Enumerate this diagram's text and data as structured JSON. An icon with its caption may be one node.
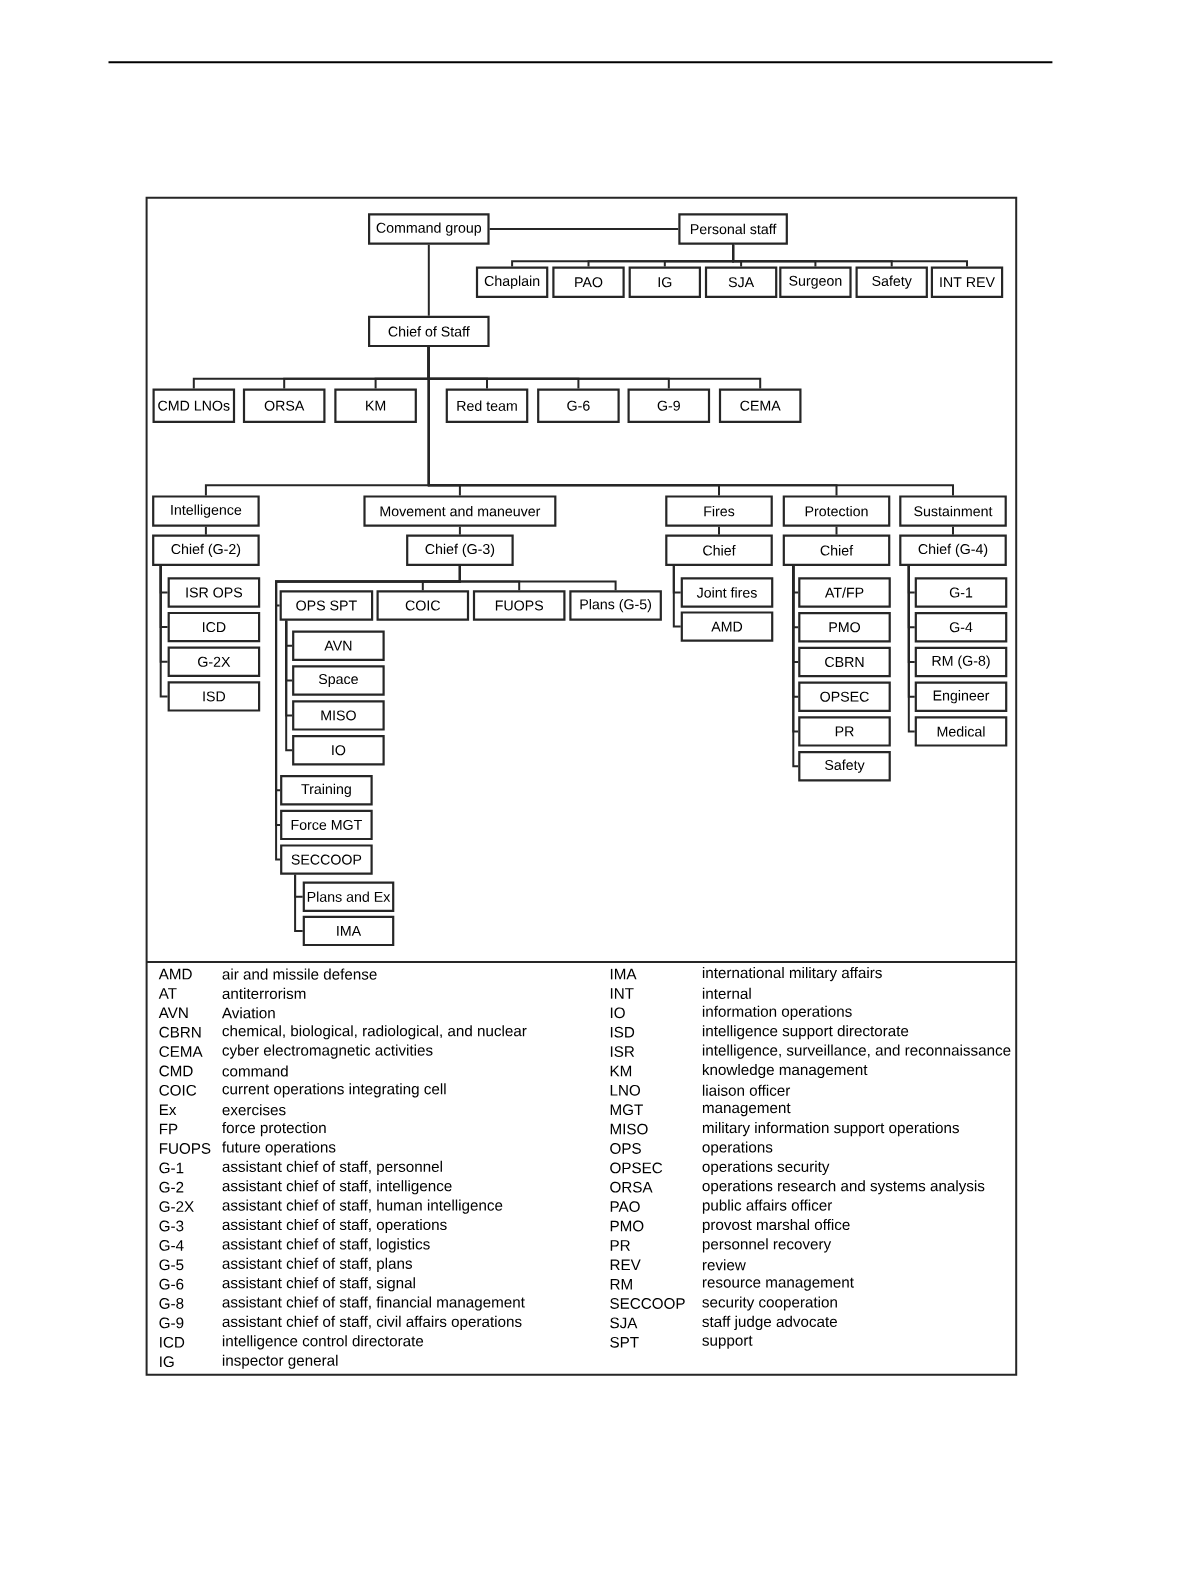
{
  "diagram": {
    "nodes": [
      {
        "text": [
          "Command group"
        ]
      },
      {
        "text": [
          "Personal staff"
        ]
      },
      {
        "text": [
          "Chaplain"
        ]
      },
      {
        "text": [
          "PAO"
        ]
      },
      {
        "text": [
          "IG"
        ]
      },
      {
        "text": [
          "SJA"
        ]
      },
      {
        "text": [
          "Surgeon"
        ]
      },
      {
        "text": [
          "Safety"
        ]
      },
      {
        "text": [
          "INT REV"
        ]
      },
      {
        "text": [
          "Chief of Staff"
        ]
      },
      {
        "text": [
          "CMD LNOs"
        ]
      },
      {
        "text": [
          "ORSA"
        ]
      },
      {
        "text": [
          "KM"
        ]
      },
      {
        "text": [
          "Red team"
        ]
      },
      {
        "text": [
          "G-6"
        ]
      },
      {
        "text": [
          "G-9"
        ]
      },
      {
        "text": [
          "CEMA"
        ]
      },
      {
        "text": [
          "Intelligence"
        ]
      },
      {
        "text": [
          "Chief (G-2)"
        ]
      },
      {
        "text": [
          "ISR OPS"
        ]
      },
      {
        "text": [
          "ICD"
        ]
      },
      {
        "text": [
          "G-2X"
        ]
      },
      {
        "text": [
          "ISD"
        ]
      },
      {
        "text": [
          "Movement and maneuver"
        ]
      },
      {
        "text": [
          "Chief (G-3)"
        ]
      },
      {
        "text": [
          "OPS SPT"
        ]
      },
      {
        "text": [
          "AVN"
        ]
      },
      {
        "text": [
          "Space"
        ]
      },
      {
        "text": [
          "MISO"
        ]
      },
      {
        "text": [
          "IO"
        ]
      },
      {
        "text": [
          "COIC"
        ]
      },
      {
        "text": [
          "FUOPS"
        ]
      },
      {
        "text": [
          "Plans (G-5)"
        ]
      },
      {
        "text": [
          "Training"
        ]
      },
      {
        "text": [
          "Force MGT"
        ]
      },
      {
        "text": [
          "SECCOOP"
        ]
      },
      {
        "text": [
          "Plans and Ex"
        ]
      },
      {
        "text": [
          "IMA"
        ]
      },
      {
        "text": [
          "Fires"
        ]
      },
      {
        "text": [
          "Chief"
        ]
      },
      {
        "text": [
          "Joint fires"
        ]
      },
      {
        "text": [
          "AMD"
        ]
      },
      {
        "text": [
          "Protection"
        ]
      },
      {
        "text": [
          "Chief"
        ]
      },
      {
        "text": [
          "AT/FP"
        ]
      },
      {
        "text": [
          "PMO"
        ]
      },
      {
        "text": [
          "CBRN"
        ]
      },
      {
        "text": [
          "OPSEC"
        ]
      },
      {
        "text": [
          "PR"
        ]
      },
      {
        "text": [
          "Safety"
        ]
      },
      {
        "text": [
          "Sustainment"
        ]
      },
      {
        "text": [
          "Chief (G-4)"
        ]
      },
      {
        "text": [
          "G-1"
        ]
      },
      {
        "text": [
          "G-4"
        ]
      },
      {
        "text": [
          "RM (G-8)"
        ]
      },
      {
        "text": [
          "Engineer"
        ]
      },
      {
        "text": [
          "Medical"
        ]
      }
    ],
    "edges": [
      {
        "from": 0,
        "to": 1,
        "arrow": "none"
      },
      {
        "from": 1,
        "to": 2,
        "arrow": "none"
      },
      {
        "from": 1,
        "to": 3,
        "arrow": "none"
      },
      {
        "from": 1,
        "to": 4,
        "arrow": "none"
      },
      {
        "from": 1,
        "to": 5,
        "arrow": "none"
      },
      {
        "from": 1,
        "to": 6,
        "arrow": "none"
      },
      {
        "from": 1,
        "to": 7,
        "arrow": "none"
      },
      {
        "from": 1,
        "to": 8,
        "arrow": "none"
      },
      {
        "from": 0,
        "to": 9,
        "arrow": "none"
      },
      {
        "from": 9,
        "to": 10,
        "arrow": "none"
      },
      {
        "from": 9,
        "to": 11,
        "arrow": "none"
      },
      {
        "from": 9,
        "to": 12,
        "arrow": "none"
      },
      {
        "from": 9,
        "to": 13,
        "arrow": "none"
      },
      {
        "from": 9,
        "to": 14,
        "arrow": "none"
      },
      {
        "from": 9,
        "to": 15,
        "arrow": "none"
      },
      {
        "from": 9,
        "to": 16,
        "arrow": "none"
      },
      {
        "from": 9,
        "to": 17,
        "arrow": "none"
      },
      {
        "from": 9,
        "to": 23,
        "arrow": "none"
      },
      {
        "from": 9,
        "to": 38,
        "arrow": "none"
      },
      {
        "from": 9,
        "to": 42,
        "arrow": "none"
      },
      {
        "from": 9,
        "to": 50,
        "arrow": "none"
      },
      {
        "from": 17,
        "to": 18,
        "arrow": "none"
      },
      {
        "from": 18,
        "to": 19,
        "arrow": "none"
      },
      {
        "from": 18,
        "to": 20,
        "arrow": "none"
      },
      {
        "from": 18,
        "to": 21,
        "arrow": "none"
      },
      {
        "from": 18,
        "to": 22,
        "arrow": "none"
      },
      {
        "from": 23,
        "to": 24,
        "arrow": "none"
      },
      {
        "from": 24,
        "to": 25,
        "arrow": "none"
      },
      {
        "from": 24,
        "to": 30,
        "arrow": "none"
      },
      {
        "from": 24,
        "to": 31,
        "arrow": "none"
      },
      {
        "from": 24,
        "to": 32,
        "arrow": "none"
      },
      {
        "from": 25,
        "to": 26,
        "arrow": "none"
      },
      {
        "from": 25,
        "to": 27,
        "arrow": "none"
      },
      {
        "from": 25,
        "to": 28,
        "arrow": "none"
      },
      {
        "from": 25,
        "to": 29,
        "arrow": "none"
      },
      {
        "from": 24,
        "to": 33,
        "arrow": "none"
      },
      {
        "from": 24,
        "to": 34,
        "arrow": "none"
      },
      {
        "from": 24,
        "to": 35,
        "arrow": "none"
      },
      {
        "from": 35,
        "to": 36,
        "arrow": "none"
      },
      {
        "from": 35,
        "to": 37,
        "arrow": "none"
      },
      {
        "from": 38,
        "to": 39,
        "arrow": "none"
      },
      {
        "from": 39,
        "to": 40,
        "arrow": "none"
      },
      {
        "from": 39,
        "to": 41,
        "arrow": "none"
      },
      {
        "from": 42,
        "to": 43,
        "arrow": "none"
      },
      {
        "from": 43,
        "to": 44,
        "arrow": "none"
      },
      {
        "from": 43,
        "to": 45,
        "arrow": "none"
      },
      {
        "from": 43,
        "to": 46,
        "arrow": "none"
      },
      {
        "from": 43,
        "to": 47,
        "arrow": "none"
      },
      {
        "from": 43,
        "to": 48,
        "arrow": "none"
      },
      {
        "from": 43,
        "to": 49,
        "arrow": "none"
      },
      {
        "from": 50,
        "to": 51,
        "arrow": "none"
      },
      {
        "from": 51,
        "to": 52,
        "arrow": "none"
      },
      {
        "from": 51,
        "to": 53,
        "arrow": "none"
      },
      {
        "from": 51,
        "to": 54,
        "arrow": "none"
      },
      {
        "from": 51,
        "to": 55,
        "arrow": "none"
      },
      {
        "from": 51,
        "to": 56,
        "arrow": "none"
      }
    ],
    "labels": [
      "AMD",
      "air and missile defense",
      "AT",
      "antiterrorism",
      "AVN",
      "Aviation",
      "CBRN",
      "chemical, biological, radiological, and nuclear",
      "CEMA",
      "cyber electromagnetic activities",
      "CMD",
      "command",
      "COIC",
      "current operations integrating cell",
      "Ex",
      "exercises",
      "FP",
      "force protection",
      "FUOPS",
      "future operations",
      "G-1",
      "assistant chief of staff, personnel",
      "G-2",
      "assistant chief of staff, intelligence",
      "G-2X",
      "assistant chief of staff, human intelligence",
      "G-3",
      "assistant chief of staff, operations",
      "G-4",
      "assistant chief of staff, logistics",
      "G-5",
      "assistant chief of staff, plans",
      "G-6",
      "assistant chief of staff, signal",
      "G-8",
      "assistant chief of staff, financial management",
      "G-9",
      "assistant chief of staff, civil affairs operations",
      "ICD",
      "intelligence control directorate",
      "IG",
      "inspector general",
      "IMA",
      "international military affairs",
      "INT",
      "internal",
      "IO",
      "information operations",
      "ISD",
      "intelligence support directorate",
      "ISR",
      "intelligence, surveillance, and reconnaissance",
      "KM",
      "knowledge management",
      "LNO",
      "liaison officer",
      "MGT",
      "management",
      "MISO",
      "military information support operations",
      "OPS",
      "operations",
      "OPSEC",
      "operations security",
      "ORSA",
      "operations research and systems analysis",
      "PAO",
      "public affairs officer",
      "PMO",
      "provost marshal office",
      "PR",
      "personnel recovery",
      "REV",
      "review",
      "RM",
      "resource management",
      "SECCOOP",
      "security cooperation",
      "SJA",
      "staff judge advocate",
      "SPT",
      "support"
    ]
  }
}
